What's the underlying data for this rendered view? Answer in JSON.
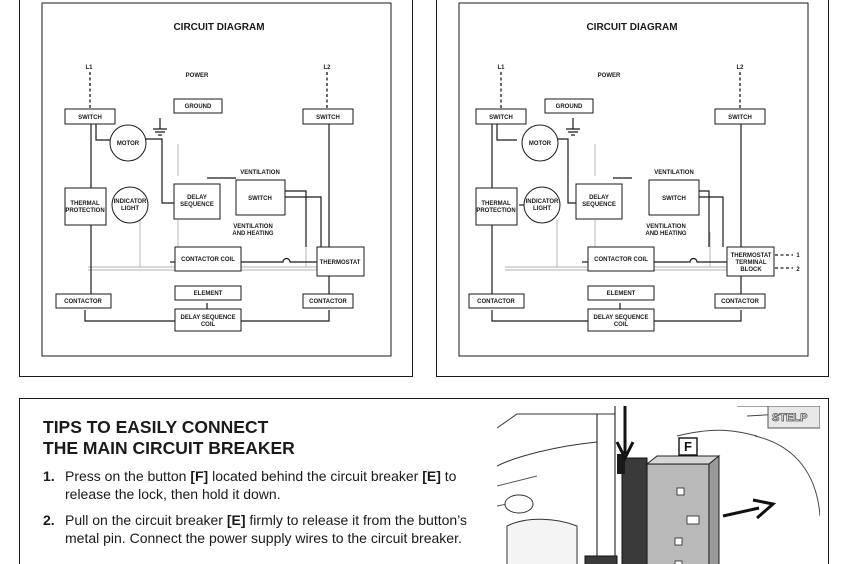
{
  "diagrams": [
    {
      "title": "CIRCUIT DIAGRAM",
      "labels": {
        "l1": "L1",
        "l2": "L2",
        "power": "POWER",
        "ground": "GROUND",
        "switch_left": "SWITCH",
        "switch_right": "SWITCH",
        "motor": "MOTOR",
        "ventilation": "VENTILATION",
        "delay_line1": "DELAY",
        "delay_line2": "SEQUENCE",
        "switch_center": "SWITCH",
        "thermal_line1": "THERMAL",
        "thermal_line2": "PROTECTION",
        "indicator_line1": "INDICATOR",
        "indicator_line2": "LIGHT",
        "vent_heat_line1": "VENTILATION",
        "vent_heat_line2": "AND HEATING",
        "contactor_coil": "CONTACTOR COIL",
        "thermostat": "THERMOSTAT",
        "element": "ELEMENT",
        "contactor_left": "CONTACTOR",
        "contactor_right": "CONTACTOR",
        "dsc_line1": "DELAY SEQUENCE",
        "dsc_line2": "COIL"
      }
    },
    {
      "title": "CIRCUIT DIAGRAM",
      "labels": {
        "l1": "L1",
        "l2": "L2",
        "power": "POWER",
        "ground": "GROUND",
        "switch_left": "SWITCH",
        "switch_right": "SWITCH",
        "motor": "MOTOR",
        "ventilation": "VENTILATION",
        "delay_line1": "DELAY",
        "delay_line2": "SEQUENCE",
        "switch_center": "SWITCH",
        "thermal_line1": "THERMAL",
        "thermal_line2": "PROTECTION",
        "indicator_line1": "INDICATOR",
        "indicator_line2": "LIGHT",
        "vent_heat_line1": "VENTILATION",
        "vent_heat_line2": "AND HEATING",
        "contactor_coil": "CONTACTOR COIL",
        "tb_line1": "THERMOSTAT",
        "tb_line2": "TERMINAL",
        "tb_line3": "BLOCK",
        "terminal_1": "1",
        "terminal_2": "2",
        "element": "ELEMENT",
        "contactor_left": "CONTACTOR",
        "contactor_right": "CONTACTOR",
        "dsc_line1": "DELAY SEQUENCE",
        "dsc_line2": "COIL"
      }
    }
  ],
  "tips": {
    "title_line1": "TIPS TO EASILY CONNECT",
    "title_line2": "THE MAIN CIRCUIT BREAKER",
    "steps": [
      {
        "num": "1.",
        "pre": "Press on the button ",
        "ref1": "[F]",
        "mid": " located behind the circuit breaker ",
        "ref2": "[E]",
        "post": " to release the lock, then hold it down."
      },
      {
        "num": "2.",
        "pre": "Pull on the circuit breaker ",
        "ref1": "[E]",
        "post": " firmly to release it from the button’s metal pin. Connect the power supply wires to the circuit breaker."
      }
    ],
    "photo": {
      "label_f": "F",
      "brand_text": "STELP"
    }
  }
}
